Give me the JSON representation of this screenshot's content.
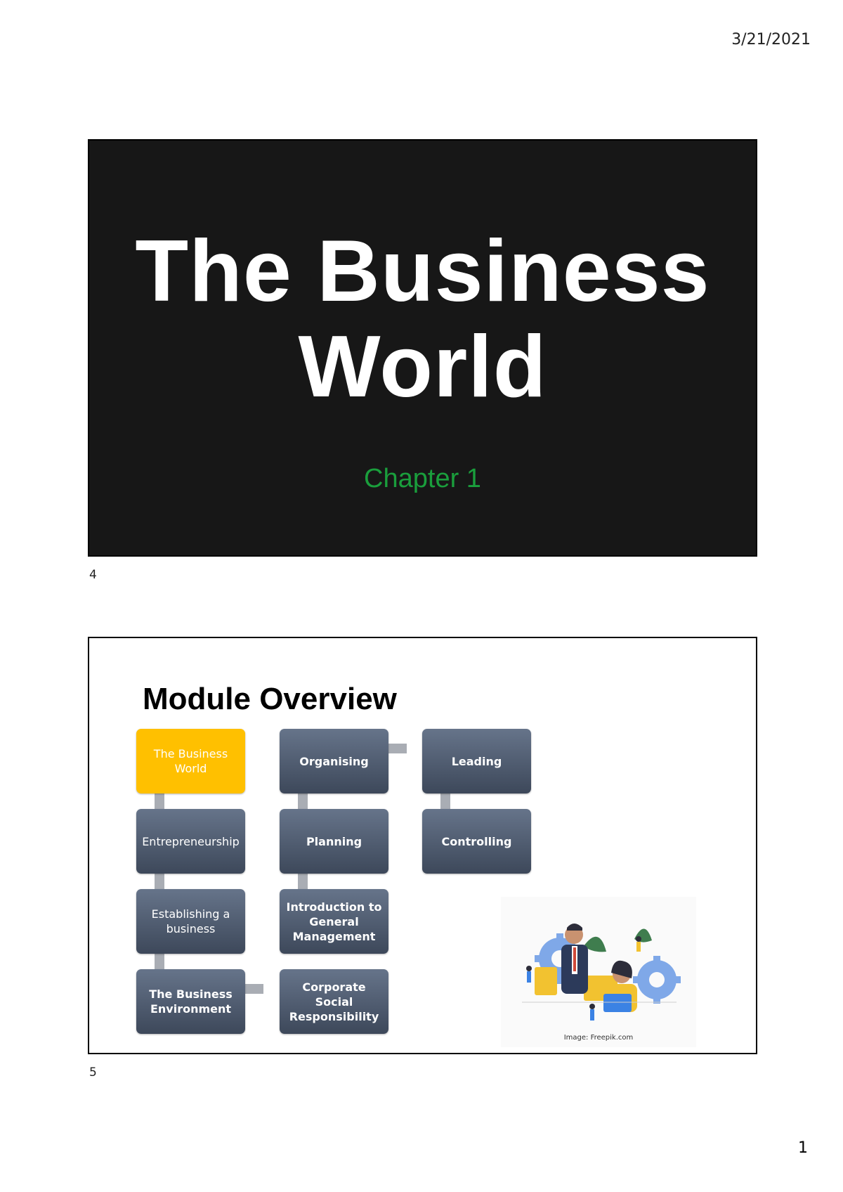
{
  "page": {
    "date": "3/21/2021",
    "page_number": "1"
  },
  "slides": [
    {
      "index": "4",
      "title_line1": "The Business",
      "title_line2": "World",
      "subtitle": "Chapter 1"
    },
    {
      "index": "5",
      "title": "Module Overview",
      "boxes": {
        "business_world": "The Business World",
        "entrepreneurship": "Entrepreneurship",
        "establishing": "Establishing a business",
        "business_environment": "The Business Environment",
        "csr": "Corporate Social Responsibility",
        "intro_gm": "Introduction to General Management",
        "planning": "Planning",
        "organising": "Organising",
        "leading": "Leading",
        "controlling": "Controlling"
      },
      "image_credit": "Image: Freepik.com"
    }
  ],
  "colors": {
    "slide1_bg": "#171717",
    "subtitle": "#1a9e3c",
    "highlight_box": "#ffc000",
    "box": "#4e5a6e",
    "connector": "#a9adb4"
  },
  "illustration": {
    "icon": "business-people-illustration"
  }
}
